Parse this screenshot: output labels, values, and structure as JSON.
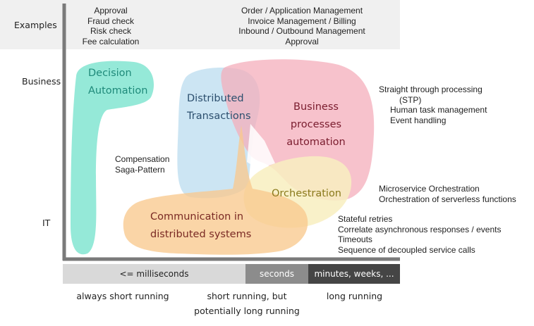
{
  "rows": {
    "examples": "Examples",
    "business": "Business",
    "it": "IT"
  },
  "examples": {
    "col1": [
      "Approval",
      "Fraud check",
      "Risk check",
      "Fee calculation"
    ],
    "col2": [
      "Order / Application Management",
      "Invoice Management / Billing",
      "Inbound  /  Outbound  Management",
      "Approval"
    ]
  },
  "regions": {
    "decision": [
      "Decision",
      "Automation"
    ],
    "distributed": [
      "Distributed",
      "Transactions"
    ],
    "business": [
      "Business processes",
      "automation"
    ],
    "orchestration": "Orchestration",
    "communication": [
      "Communication in",
      "distributed systems"
    ]
  },
  "annotations": {
    "compensation": [
      "Compensation",
      "Saga-Pattern"
    ],
    "business_right": [
      "Straight through processing",
      "(STP)",
      "Human task management",
      "Event handling"
    ],
    "orchestration_right": [
      "Microservice Orchestration",
      "Orchestration of serverless functions"
    ],
    "communication_right": [
      "Stateful retries",
      "Correlate asynchronous responses /  events",
      "Timeouts",
      "Sequence of decoupled service calls"
    ]
  },
  "timeline": {
    "ms": "<= milliseconds",
    "seconds": "seconds",
    "minutes": "minutes, weeks, ..."
  },
  "bottom": {
    "short": "always short running",
    "medium": [
      "short running, but",
      "potentially long running"
    ],
    "long": "long running"
  },
  "colors": {
    "teal": "#8fe8d6",
    "blue": "#c7e2f2",
    "pink": "#f5b8c3",
    "yellow": "#f8efbf",
    "orange": "#f9cf98",
    "axis": "#7a7a7a",
    "gray_band": "#d9d9d9",
    "mid_band": "#8c8c8c",
    "dark_band": "#454545"
  }
}
